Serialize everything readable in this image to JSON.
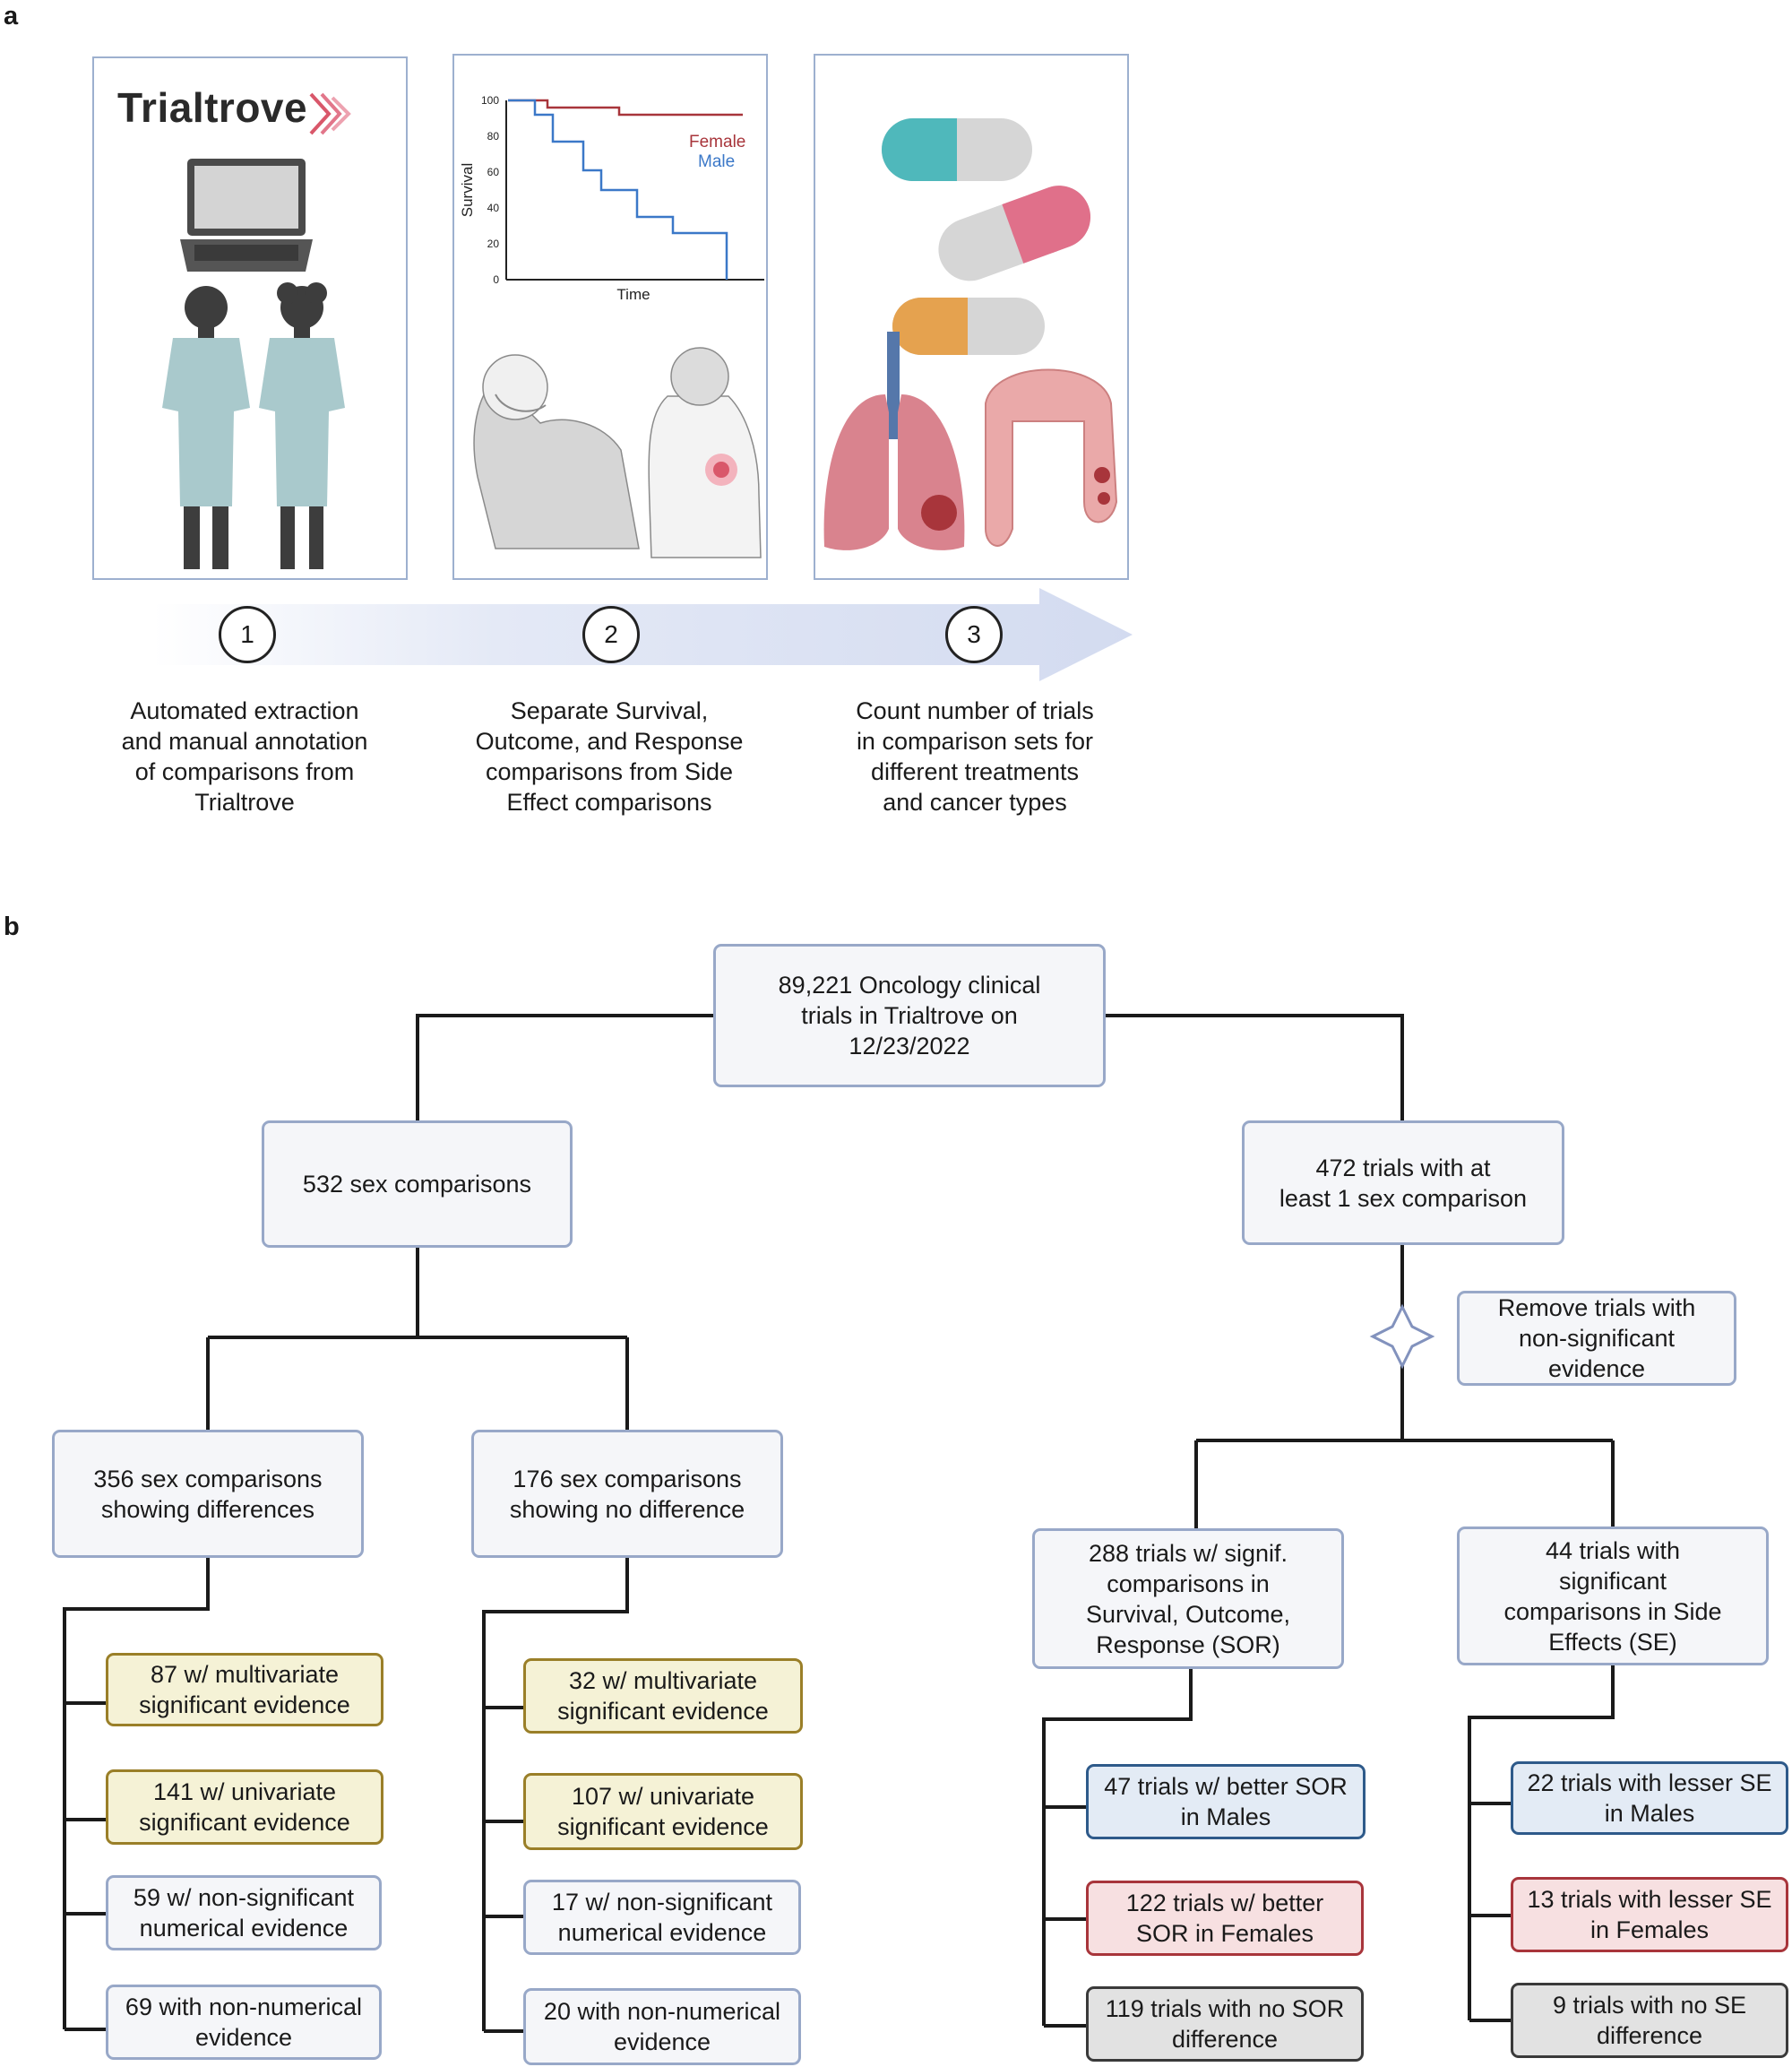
{
  "panel_a": {
    "letter": "a",
    "logo_text": "Trialtrove",
    "chart": {
      "ylabel": "Survival",
      "xlabel": "Time",
      "yticks": [
        "0",
        "20",
        "40",
        "60",
        "80",
        "100"
      ],
      "legend_female": "Female",
      "legend_male": "Male",
      "female_color": "#a8353b",
      "male_color": "#3b78c8"
    },
    "steps": [
      {
        "number": "1",
        "caption": "Automated extraction\nand manual annotation\nof comparisons from\nTrialtrove"
      },
      {
        "number": "2",
        "caption": "Separate Survival,\nOutcome, and Response\ncomparisons from Side\nEffect comparisons"
      },
      {
        "number": "3",
        "caption": "Count number of trials\nin comparison sets for\ndifferent treatments\nand cancer types"
      }
    ]
  },
  "panel_b": {
    "letter": "b",
    "root": "89,221 Oncology clinical\ntrials in Trialtrove on\n12/23/2022",
    "left": {
      "title": "532 sex comparisons",
      "differences": {
        "title": "356 sex comparisons\nshowing differences",
        "items": [
          "87 w/ multivariate\nsignificant evidence",
          "141 w/ univariate\nsignificant evidence",
          "59 w/ non-significant\nnumerical evidence",
          "69 with non-numerical\nevidence"
        ]
      },
      "no_difference": {
        "title": "176 sex comparisons\nshowing no difference",
        "items": [
          "32 w/ multivariate\nsignificant evidence",
          "107 w/ univariate\nsignificant evidence",
          "17 w/ non-significant\nnumerical evidence",
          "20 with non-numerical\nevidence"
        ]
      }
    },
    "right": {
      "title": "472 trials with at\nleast 1 sex comparison",
      "filter": "Remove trials with\nnon-significant\nevidence",
      "sor": {
        "title": "288 trials w/ signif.\ncomparisons in\nSurvival, Outcome,\nResponse (SOR)",
        "items": [
          "47 trials w/ better SOR\nin Males",
          "122 trials w/ better\nSOR in Females",
          "119 trials with no SOR\ndifference"
        ]
      },
      "se": {
        "title": "44 trials with\nsignificant\ncomparisons in Side\nEffects (SE)",
        "items": [
          "22 trials with lesser SE\nin Males",
          "13 trials with lesser SE\nin Females",
          "9 trials with no SE\ndifference"
        ]
      }
    }
  }
}
